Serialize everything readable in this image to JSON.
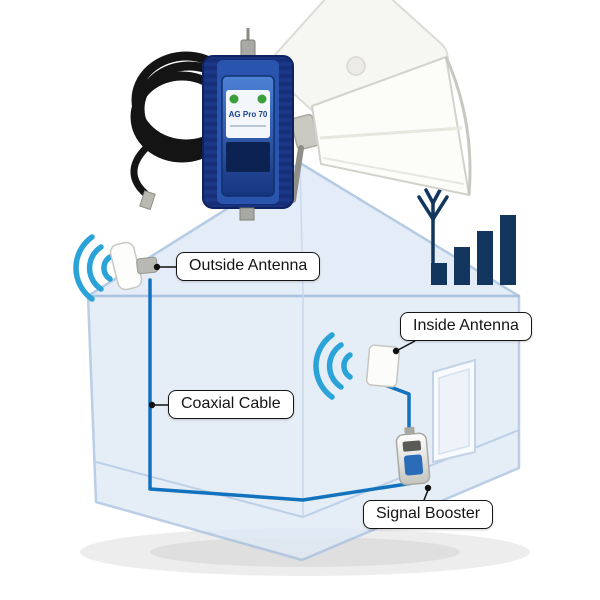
{
  "meta": {
    "title": "Cell phone signal booster installation diagram"
  },
  "labels": {
    "outside_antenna": "Outside Antenna",
    "inside_antenna": "Inside Antenna",
    "coaxial_cable": "Coaxial Cable",
    "signal_booster": "Signal Booster"
  },
  "product": {
    "amplifier_model": "AG Pro 70"
  },
  "icons": {
    "outside_signal": "signal-arcs-icon",
    "inside_signal": "signal-arcs-icon",
    "cell_tower": "cell-tower-icon",
    "signal_bars": "signal-bars-icon",
    "signal_bars_count": 4
  },
  "colors": {
    "cable": "#1272bd",
    "signal_arc": "#2aa3d8",
    "tower": "#12365e",
    "house_fill": "#dfe9f6",
    "house_stroke": "#a9c2e0",
    "amplifier": "#2a55ae"
  }
}
